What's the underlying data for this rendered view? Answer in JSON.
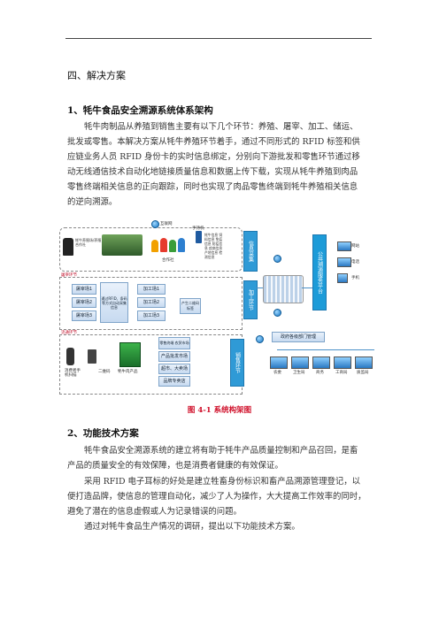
{
  "section": {
    "title": "四、解决方案"
  },
  "sub1": {
    "heading": "1、牦牛食品安全溯源系统体系架构",
    "lines": [
      "牦牛肉制品从养殖到销售主要有以下几个环节：养殖、屠宰、加工、储运、",
      "批发或零售。本解决方案从牦牛养殖环节着手，通过不同形式的 RFID 标签和供",
      "应链业务人员 RFID 身份卡的实时信息绑定，分别向下游批发和零售环节通过移",
      "动无线通信技术自动化地链接质量信息和数据上传下载，实现从牦牛养殖到肉品",
      "零售终端相关信息的正向跟踪，同时也实现了肉品零售终端到牦牛养殖相关信息",
      "的逆向溯源。"
    ]
  },
  "figure": {
    "caption": "图 4-1 系统构架图",
    "labels": {
      "internet": "互联网",
      "phone": "手持机",
      "ranch_text": "牦牛养殖场/养殖合作社",
      "coop": "合作社",
      "info_list": "牦牛信息 饲料信息 免疫信息 防疫信息 疾病信息 产地信息 检测信息",
      "collect": "信息采集",
      "slaughter_stage": "屠宰环节",
      "sl1": "屠宰场1",
      "sl2": "屠宰场2",
      "sl3": "屠宰场3",
      "rfid_box": "通过RFID、条码等方式自动采集信息",
      "pr1": "加工场1",
      "pr2": "加工场2",
      "pr3": "加工场3",
      "bind": "产生二维码标签",
      "process_stage": "加工环节",
      "transfer": "流通环节",
      "consumer": "消费者手机扫描",
      "qr": "二维码",
      "product": "牦牛肉产品",
      "d1": "零售终端 农贸市场",
      "d2": "产品批发市场",
      "d3": "超市、大卖场",
      "d4": "品牌专卖店",
      "retail": "销售环节",
      "gov": "政府各级部门管理",
      "platform": "公共溯源服务平台",
      "query1": "网站",
      "query2": "电话",
      "query3": "手机",
      "n1": "农委",
      "n2": "卫生局",
      "n3": "商务",
      "n4": "工商局",
      "n5": "质监局"
    }
  },
  "sub2": {
    "heading": "2、功能技术方案",
    "p1": [
      "牦牛食品安全溯源系统的建立将有助于牦牛产品质量控制和产品召回，是畜",
      "产品的质量安全的有效保障，也是消费者健康的有效保证。"
    ],
    "p2": [
      "采用 RFID 电子耳标的好处是建立牲畜身份标识和畜产品溯源管理登记，以",
      "便打造品牌，使信息的管理自动化，减少了人为操作，大大提高工作效率的同时，",
      "避免了潜在的信息虚假或人为记录错误的问题。"
    ],
    "p3": [
      "通过对牦牛食品生产情况的调研，提出以下功能技术方案。"
    ]
  }
}
